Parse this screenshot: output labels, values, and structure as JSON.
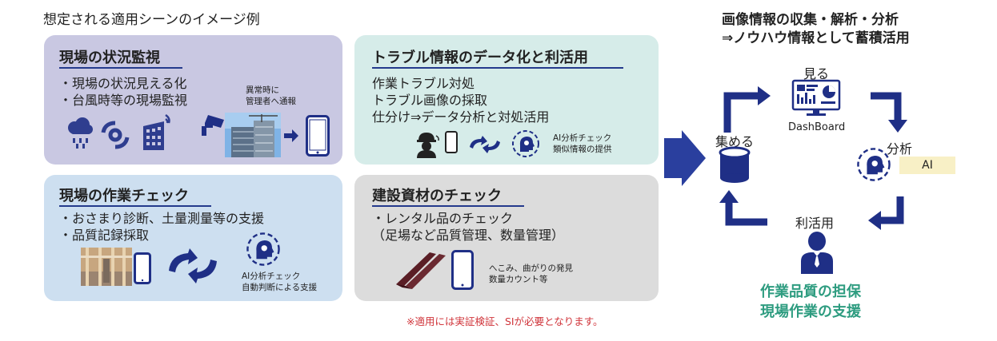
{
  "heading": "想定される適用シーンのイメージ例",
  "panels": {
    "monitor": {
      "title": "現場の状況監視",
      "lines": [
        "・現場の状況見える化",
        "・台風時等の現場監視"
      ],
      "callout": [
        "異常時に",
        "管理者へ通報"
      ]
    },
    "trouble": {
      "title": "トラブル情報のデータ化と利活用",
      "lines": [
        "作業トラブル対処",
        "トラブル画像の採取",
        "仕分け⇒データ分析と対処活用"
      ],
      "callout": [
        "AI分析チェック",
        "類似情報の提供"
      ]
    },
    "work": {
      "title": "現場の作業チェック",
      "lines": [
        "・おさまり診断、土量測量等の支援",
        "・品質記録採取"
      ],
      "callout": [
        "AI分析チェック",
        "自動判断による支援"
      ]
    },
    "material": {
      "title": "建設資材のチェック",
      "lines": [
        "・レンタル品のチェック",
        "（足場など品質管理、数量管理）"
      ],
      "callout": [
        "へこみ、曲がりの発見",
        "数量カウント等"
      ]
    }
  },
  "note": "※適用には実証検証、SIが必要となります。",
  "right": {
    "title": [
      "画像情報の収集・解析・分析",
      "⇒ノウハウ情報として蓄積活用"
    ],
    "cycle": {
      "collect": "集める",
      "see": "見る",
      "dashboard": "DashBoard",
      "analyze": "分析",
      "ai": "AI",
      "utilize": "利活用"
    },
    "conclusion": [
      "作業品質の担保",
      "現場作業の支援"
    ]
  },
  "colors": {
    "navy": "#1f2f86",
    "arrow_blue": "#2a3f9e",
    "accent_green": "#2e9c80",
    "note_red": "#d0343a"
  }
}
